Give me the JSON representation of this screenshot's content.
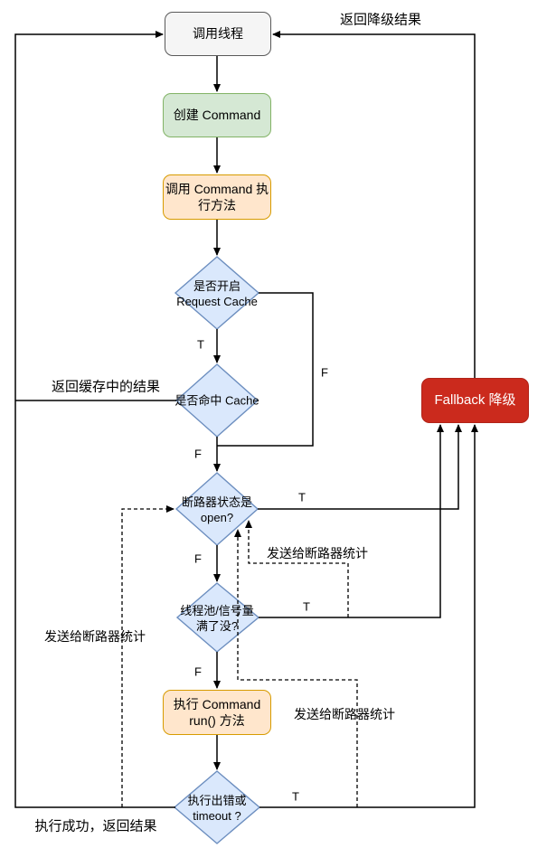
{
  "colors": {
    "background": "#ffffff",
    "line": "#000000",
    "caller_fill": "#f5f5f5",
    "caller_border": "#595959",
    "create_fill": "#d5e8d4",
    "create_border": "#82b366",
    "command_fill": "#ffe6cc",
    "command_border": "#d79b00",
    "decision_fill": "#dae8fc",
    "decision_border": "#6c8ebf",
    "fallback_fill": "#cb2a1d",
    "fallback_text": "#ffffff"
  },
  "nodes": {
    "caller": {
      "label": "调用线程"
    },
    "create_command": {
      "label": "创建 Command"
    },
    "invoke_command": {
      "line1": "调用 Command 执",
      "line2": "行方法"
    },
    "request_cache_enabled": {
      "line1": "是否开启",
      "line2": "Request Cache"
    },
    "cache_hit": {
      "label": "是否命中 Cache"
    },
    "circuit_open": {
      "line1": "断路器状态是",
      "line2": "open?"
    },
    "pool_full": {
      "line1": "线程池/信号量",
      "line2": "满了没?"
    },
    "run_command": {
      "line1": "执行 Command",
      "line2": "run() 方法"
    },
    "error_or_timeout": {
      "line1": "执行出错或",
      "line2": "timeout ?"
    },
    "fallback": {
      "label": "Fallback 降级"
    }
  },
  "edge_labels": {
    "cache_enabled_true": "T",
    "cache_enabled_false": "F",
    "cache_hit_false": "F",
    "circuit_open_true": "T",
    "circuit_open_false": "F",
    "pool_full_true": "T",
    "pool_full_false": "F",
    "error_true": "T"
  },
  "annotations": {
    "return_fallback_result": "返回降级结果",
    "return_cached_result": "返回缓存中的结果",
    "report_stats_left": "发送给断路器统计",
    "report_stats_middle": "发送给断路器统计",
    "report_stats_right": "发送给断路器统计",
    "success_return_result": "执行成功，返回结果"
  }
}
